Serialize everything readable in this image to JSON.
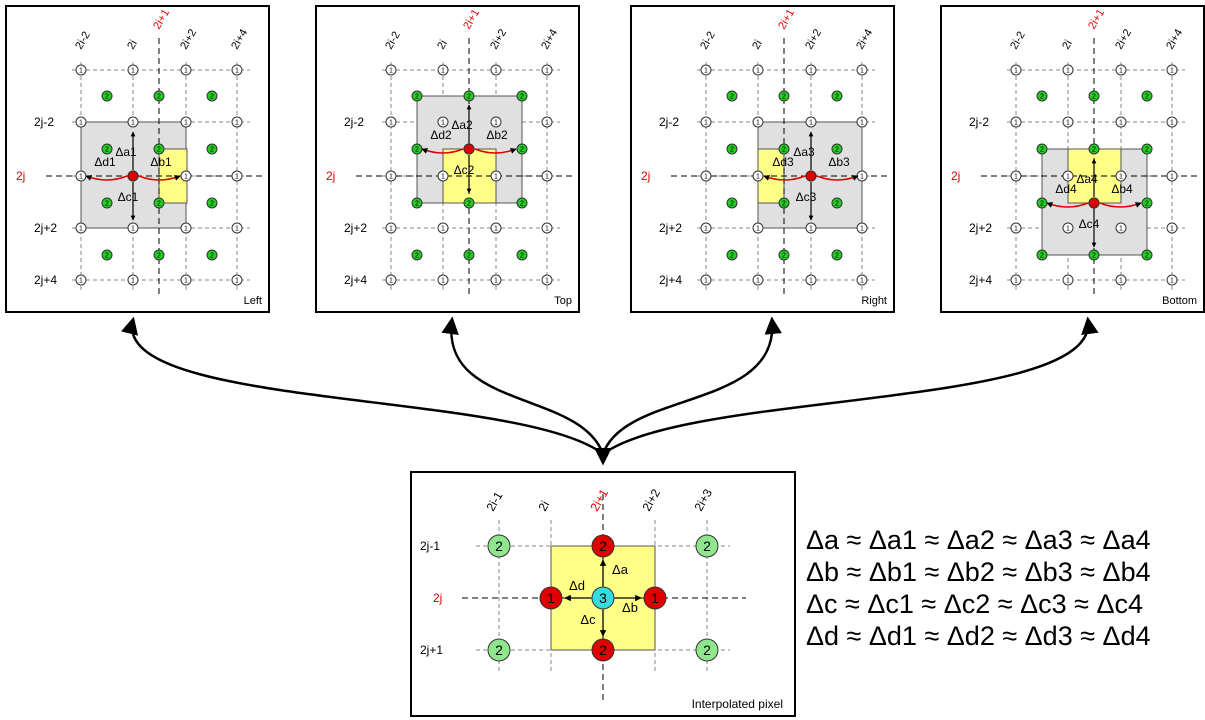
{
  "panels": [
    {
      "name": "left",
      "caption": "Left",
      "labels": [
        "Δa1",
        "Δb1",
        "Δc1",
        "Δd1"
      ]
    },
    {
      "name": "top",
      "caption": "Top",
      "labels": [
        "Δa2",
        "Δb2",
        "Δc2",
        "Δd2"
      ]
    },
    {
      "name": "right",
      "caption": "Right",
      "labels": [
        "Δa3",
        "Δb3",
        "Δc3",
        "Δd3"
      ]
    },
    {
      "name": "bottom",
      "caption": "Bottom",
      "labels": [
        "Δa4",
        "Δb4",
        "Δc4",
        "Δd4"
      ]
    }
  ],
  "panel_cols": [
    "2i-2",
    "2i",
    "2i+1",
    "2i+2",
    "2i+4"
  ],
  "panel_rows": [
    "2j-2",
    "2j",
    "2j+2",
    "2j+4"
  ],
  "pixel_labels": {
    "one": "1",
    "two": "2",
    "three": "3"
  },
  "interp": {
    "caption": "Interpolated pixel",
    "cols": [
      "2i-1",
      "2i",
      "2i+1",
      "2i+2",
      "2i+3"
    ],
    "rows": [
      "2j-1",
      "2j",
      "2j+1"
    ],
    "labels": [
      "Δa",
      "Δb",
      "Δc",
      "Δd"
    ]
  },
  "equations": [
    "Δa ≈ Δa1 ≈ Δa2 ≈ Δa3 ≈ Δa4",
    "Δb ≈ Δb1 ≈ Δb2 ≈ Δb3 ≈ Δb4",
    "Δc ≈ Δc1 ≈ Δc2 ≈ Δc3 ≈ Δc4",
    "Δd ≈ Δd1 ≈ Δd2 ≈ Δd3 ≈ Δd4"
  ],
  "colors": {
    "red": "#e00000",
    "green": "#22cc22",
    "light_green": "#8fe68f",
    "cyan": "#33dddd",
    "yellow": "#ffff88",
    "gray": "#e0e0e0"
  }
}
